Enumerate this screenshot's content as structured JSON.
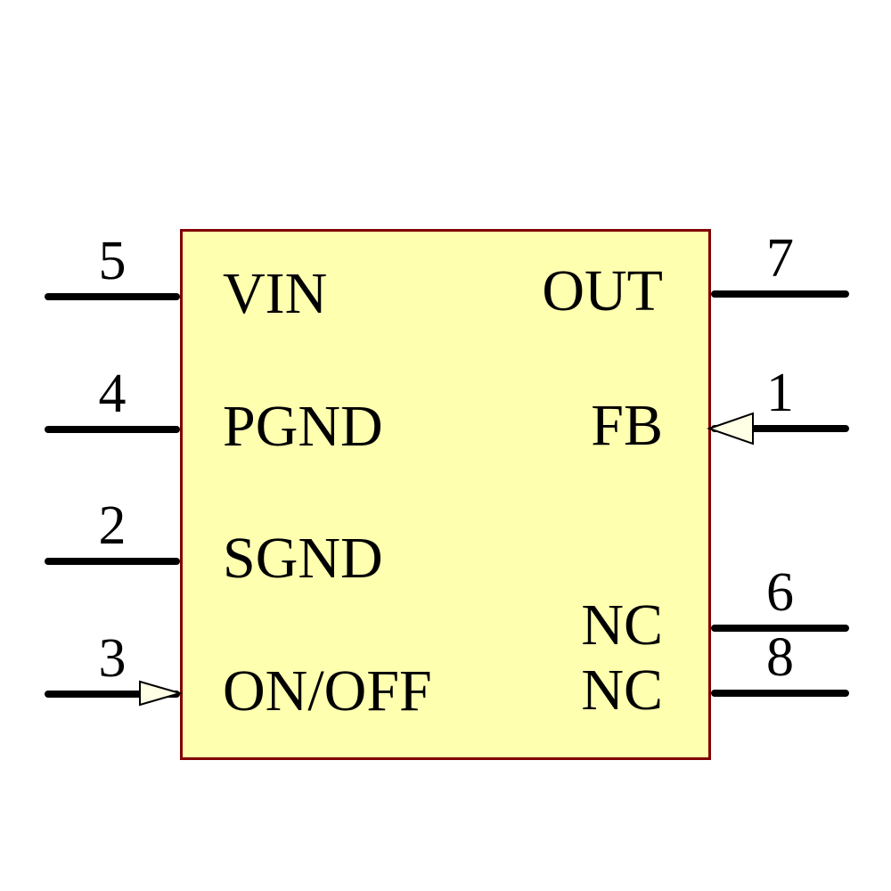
{
  "component": {
    "pins_left": [
      {
        "number": "5",
        "label": "VIN",
        "arrow": false
      },
      {
        "number": "4",
        "label": "PGND",
        "arrow": false
      },
      {
        "number": "2",
        "label": "SGND",
        "arrow": false
      },
      {
        "number": "3",
        "label": "ON/OFF",
        "arrow": true
      }
    ],
    "pins_right": [
      {
        "number": "7",
        "label": "OUT",
        "arrow": false
      },
      {
        "number": "1",
        "label": "FB",
        "arrow": true
      },
      {
        "number": "6",
        "label": "NC",
        "arrow": false
      },
      {
        "number": "8",
        "label": "NC",
        "arrow": false
      }
    ]
  },
  "colors": {
    "background": "#FFFFFF",
    "body_fill": "#FFFFB0",
    "body_border": "#800000",
    "pin_line": "#000000",
    "text": "#000000",
    "arrow_fill": "#FFFFE6"
  }
}
